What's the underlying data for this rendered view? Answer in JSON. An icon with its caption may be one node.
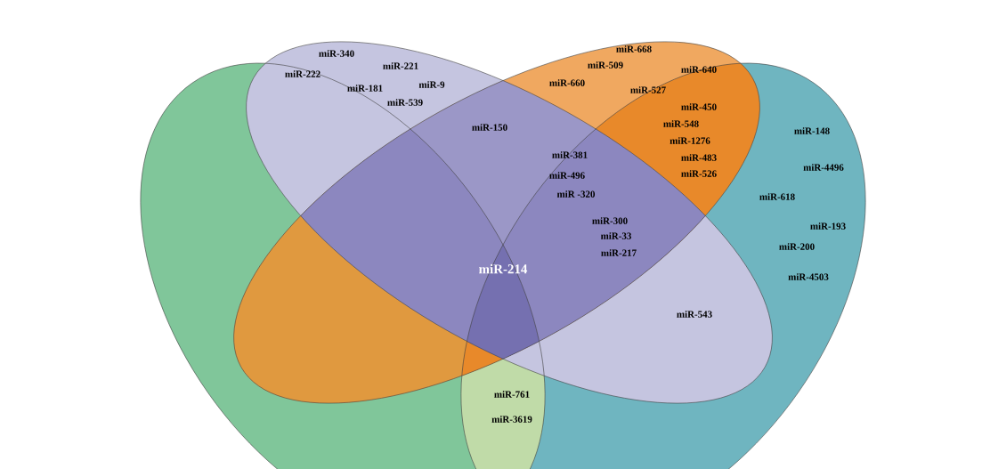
{
  "diagram": {
    "labels": [
      "miR-340",
      "miR-221",
      "miR-222",
      "miR-181",
      "miR-9",
      "miR-539",
      "miR-668",
      "miR-509",
      "miR-640",
      "miR-660",
      "miR-527",
      "miR-150",
      "miR-450",
      "miR-548",
      "miR-1276",
      "miR-483",
      "miR-526",
      "miR-148",
      "miR-381",
      "miR-496",
      "miR-4496",
      "miR -320",
      "miR-618",
      "miR-300",
      "miR-193",
      "miR-33",
      "miR-200",
      "miR-217",
      "miR-214",
      "miR-4503",
      "miR-543",
      "miR-761",
      "miR-3619"
    ]
  }
}
